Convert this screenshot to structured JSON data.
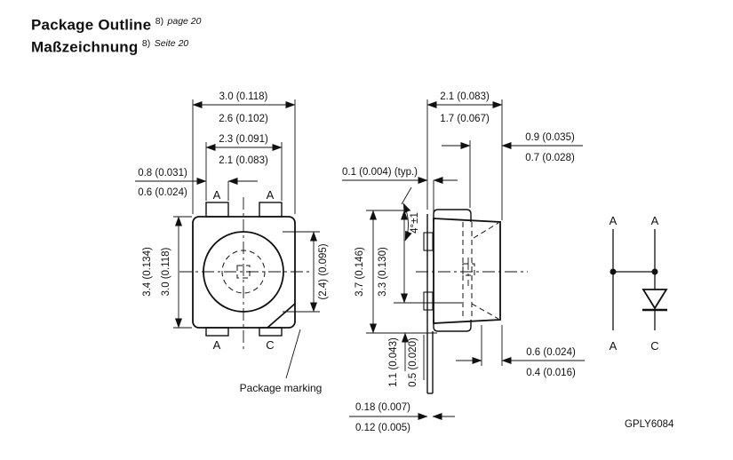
{
  "header": {
    "title_en": "Package Outline",
    "note_mark_en": "8)",
    "note_ref_en": "page 20",
    "title_de": "Maßzeichnung",
    "note_mark_de": "8)",
    "note_ref_de": "Seite 20"
  },
  "top_view": {
    "dims": {
      "body_width_max": "3.0 (0.118)",
      "body_width_min": "2.6 (0.102)",
      "pad_span_max": "2.3 (0.091)",
      "pad_span_min": "2.1 (0.083)",
      "pad_width_max": "0.8 (0.031)",
      "pad_width_min": "0.6 (0.024)",
      "body_height_max": "3.4 (0.134)",
      "body_height_min": "3.0 (0.118)",
      "lens_diameter": "(2.4) (0.095)"
    },
    "pins": {
      "top_left": "A",
      "top_right": "A",
      "bottom_left": "A",
      "bottom_right": "C"
    },
    "note": "Package marking"
  },
  "side_view": {
    "dims": {
      "depth_max": "2.1 (0.083)",
      "depth_min": "1.7 (0.067)",
      "lead_top_max": "0.9 (0.035)",
      "lead_top_min": "0.7 (0.028)",
      "standoff_typ": "0.1 (0.004) (typ.)",
      "lead_angle": "4°±1",
      "height_max": "3.7 (0.146)",
      "height_min": "3.3 (0.130)",
      "lead_length_max": "1.1 (0.043)",
      "lead_length_min": "0.5 (0.020)",
      "foot_len_max": "0.6 (0.024)",
      "foot_len_min": "0.4 (0.016)",
      "lead_thickness_max": "0.18 (0.007)",
      "lead_thickness_min": "0.12 (0.005)"
    }
  },
  "schematic": {
    "pin_top_left": "A",
    "pin_top_right": "A",
    "pin_bottom_left": "A",
    "pin_bottom_right": "C"
  },
  "drawing_code": "GPLY6084"
}
